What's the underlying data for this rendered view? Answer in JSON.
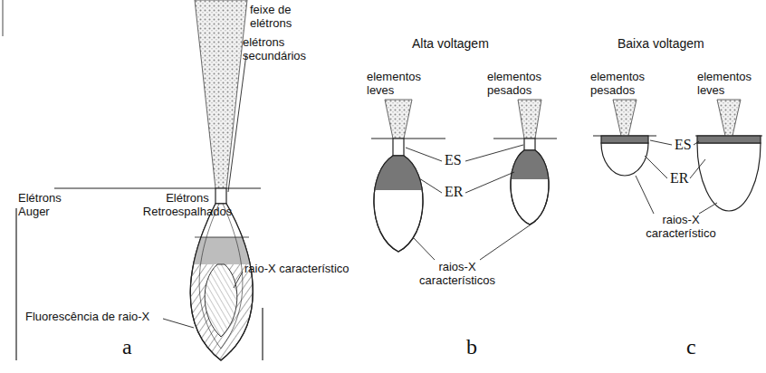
{
  "diagram": {
    "labels": [
      "feixe de elétrons",
      "elétrons secundários",
      "Elétrons Auger",
      "Elétrons Retroespalhados",
      "raio-X característico",
      "Fluorescência de raio-X",
      "a",
      "Alta voltagem",
      "elementos leves",
      "elementos pesados",
      "ES",
      "ER",
      "raios-X característicos",
      "b",
      "Baixa voltagem",
      "elementos pesados",
      "elementos leves",
      "ES",
      "ER",
      "raios-X característico",
      "c"
    ]
  }
}
